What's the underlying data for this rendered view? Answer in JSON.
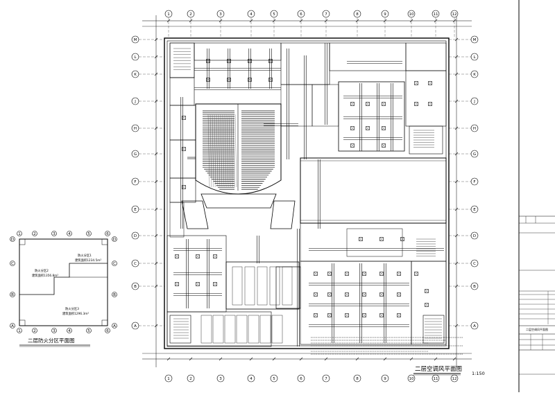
{
  "drawing": {
    "main_title": "二层空调风平面图",
    "main_scale": "1:150",
    "inset_title": "二层防火分区平面图",
    "inset_zone_1_name": "防火分区1",
    "inset_zone_1_area": "建筑面积1234.5m²",
    "inset_zone_2_name": "防火分区2",
    "inset_zone_2_area": "建筑面积1356.8m²",
    "inset_zone_3_name": "防火分区3",
    "inset_zone_3_area": "建筑面积1296.3m²"
  },
  "grid": {
    "top_axes": [
      "1",
      "2",
      "3",
      "4",
      "5",
      "6",
      "7",
      "8",
      "9",
      "10",
      "11",
      "12"
    ],
    "left_axes": [
      "M",
      "L",
      "K",
      "J",
      "H",
      "G",
      "F",
      "E",
      "D",
      "C",
      "B",
      "A"
    ],
    "inset_cols": [
      "1",
      "2",
      "3",
      "4",
      "5",
      "6"
    ],
    "inset_rows": [
      "D",
      "C",
      "B",
      "A"
    ]
  },
  "title_block": {
    "drawing_name": "二层空调风平面图"
  },
  "colors": {
    "line": "#000000",
    "background": "#ffffff"
  }
}
